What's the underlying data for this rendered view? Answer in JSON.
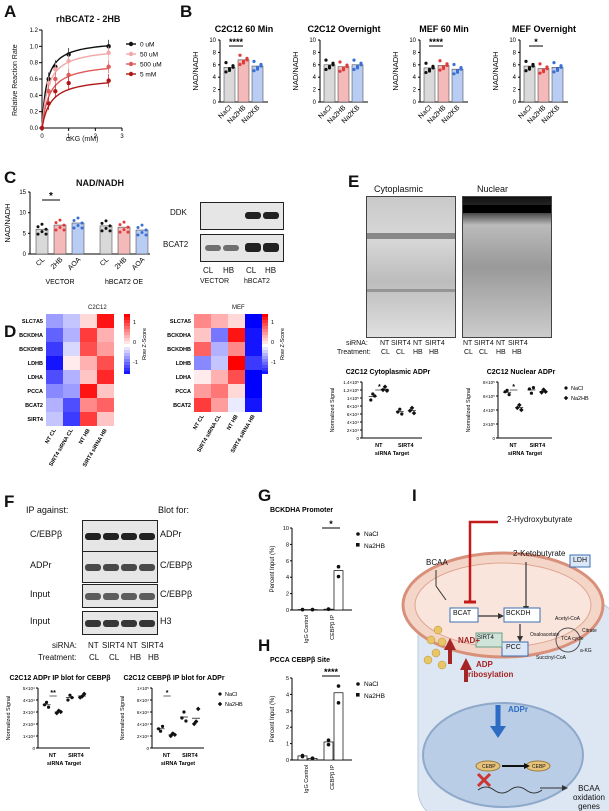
{
  "panels": {
    "A": {
      "letter": "A",
      "title": "rhBCAT2 - 2HB",
      "ylabel": "Relative Reaction Rate",
      "xlabel": "αKG (mM)",
      "yticks": [
        "0.0",
        "0.2",
        "0.4",
        "0.6",
        "0.8",
        "1.0",
        "1.2"
      ],
      "xticks": [
        "0",
        "1",
        "2",
        "3"
      ],
      "legend": [
        "0 uM",
        "50 uM",
        "500 uM",
        "5 mM"
      ]
    },
    "B": {
      "letter": "B",
      "ylabel": "NAD/NADH",
      "titles": [
        "C2C12 60 Min",
        "C2C12 Overnight",
        "MEF 60 Min",
        "MEF Overnight"
      ],
      "yticks": [
        "0",
        "2",
        "4",
        "6",
        "8",
        "10"
      ],
      "categories": [
        "NaCl",
        "Na2HB",
        "Na2KB"
      ],
      "sig": [
        "****",
        "",
        "****",
        "*"
      ]
    },
    "C": {
      "letter": "C",
      "title": "NAD/NADH",
      "ylabel": "NAD/NADH",
      "yticks": [
        "0",
        "5",
        "10",
        "15"
      ],
      "categories": [
        "CL",
        "2HB",
        "AOA",
        "CL",
        "2HB",
        "AOA"
      ],
      "groups": [
        "VECTOR",
        "hBCAT2 OE"
      ],
      "sig": "*",
      "blot_labels": [
        "DDK",
        "BCAT2"
      ],
      "blot_lanes": [
        "CL",
        "HB",
        "CL",
        "HB"
      ],
      "blot_groups": [
        "VECTOR",
        "hBCAT2"
      ]
    },
    "D": {
      "letter": "D",
      "titles": [
        "C2C12",
        "MEF"
      ],
      "rows_c2c12": [
        "SLC7A5",
        "BCKDHA",
        "BCKDHB",
        "LDHB",
        "LDHA",
        "PCCA",
        "BCAT2",
        "SIRT4"
      ],
      "rows_mef": [
        "SLC7A5",
        "BCKDHA",
        "BCKDHB",
        "LDHB",
        "LDHA",
        "PCCA",
        "BCAT2"
      ],
      "cols": [
        "NT CL",
        "SIRT4 siRNA CL",
        "NT HB",
        "SIRT4 siRNA HB"
      ],
      "scale_label": "Row Z-Score",
      "scale_ticks": [
        "1",
        "0",
        "-1"
      ]
    },
    "E": {
      "letter": "E",
      "blot_titles": [
        "Cytoplasmic",
        "Nuclear"
      ],
      "sirna_label": "siRNA:",
      "treat_label": "Treatment:",
      "sirna": [
        "NT",
        "SIRT4",
        "NT",
        "SIRT4"
      ],
      "treat": [
        "CL",
        "CL",
        "HB",
        "HB"
      ],
      "plot_titles": [
        "C2C12 Cytoplasmic ADPr",
        "C2C12 Nuclear ADPr"
      ],
      "ylabel": "Normalized Signal",
      "xlabel": "siRNA Target",
      "yticks_left": [
        "0",
        "2×10⁴",
        "4×10⁴",
        "6×10⁴",
        "8×10⁴",
        "1×10⁵",
        "1.2×10⁵",
        "1.4×10⁵"
      ],
      "yticks_right": [
        "0",
        "2×10⁵",
        "4×10⁵",
        "6×10⁵",
        "8×10⁵"
      ],
      "xcats": [
        "NT",
        "SIRT4"
      ],
      "legend": [
        "NaCl",
        "Na2HB"
      ],
      "sig": "*"
    },
    "F": {
      "letter": "F",
      "ip_label": "IP against:",
      "blot_label": "Blot for:",
      "left_labels": [
        "C/EBPβ",
        "ADPr",
        "Input",
        "Input"
      ],
      "right_labels": [
        "ADPr",
        "C/EBPβ",
        "C/EBPβ",
        "H3"
      ],
      "sirna_label": "siRNA:",
      "treat_label": "Treatment:",
      "sirna": [
        "NT",
        "SIRT4",
        "NT",
        "SIRT4"
      ],
      "treat": [
        "CL",
        "CL",
        "HB",
        "HB"
      ],
      "plot_titles": [
        "C2C12 ADPr IP blot for CEBPβ",
        "C2C12 CEBPβ IP blot for ADPr"
      ],
      "ylabel": "Normalized Signal",
      "xlabel": "siRNA Target",
      "yticks_left": [
        "0",
        "1×10⁴",
        "2×10⁴",
        "3×10⁴",
        "4×10⁴",
        "5×10⁴"
      ],
      "yticks_right": [
        "0",
        "2×10⁴",
        "4×10⁴",
        "6×10⁴",
        "8×10⁴",
        "1×10⁵"
      ],
      "xcats": [
        "NT",
        "SIRT4"
      ],
      "legend": [
        "NaCl",
        "Na2HB"
      ],
      "sig": [
        "**",
        "*"
      ]
    },
    "G": {
      "letter": "G",
      "title": "BCKDHA Promoter",
      "ylabel": "Percent Input (%)",
      "yticks": [
        "0",
        "2",
        "4",
        "6",
        "8",
        "10"
      ],
      "xcats": [
        "IgG Control",
        "CEBPβ IP"
      ],
      "legend": [
        "NaCl",
        "Na2HB"
      ],
      "sig": "*"
    },
    "H": {
      "letter": "H",
      "title": "PCCA CEBPβ Site",
      "ylabel": "Percent Input (%)",
      "yticks": [
        "0",
        "1",
        "2",
        "3",
        "4",
        "5"
      ],
      "xcats": [
        "IgG Control",
        "CEBPβ IP"
      ],
      "legend": [
        "NaCl",
        "Na2HB"
      ],
      "sig": "****"
    },
    "I": {
      "letter": "I",
      "labels": {
        "hb": "2-Hydroxybutyrate",
        "kb": "2-Ketobutyrate",
        "ldh": "LDH",
        "bcaa": "BCAA",
        "bcat": "BCAT",
        "bckdh": "BCKDH",
        "pcc": "PCC",
        "sirt4": "SIRT4",
        "nad": "NAD+",
        "adp": "ADP",
        "ribo": "ribosylation",
        "tca": "TCA cycle",
        "acetyl": "Acetyl-CoA",
        "oxalo": "Oxaloacetate",
        "citrate": "Citrate",
        "akg": "a-KG",
        "succ": "Succinyl-CoA",
        "adpr": "ADPr",
        "cebp": "CEBP",
        "oxid": "BCAA oxidation genes"
      }
    }
  },
  "chart_data": [
    {
      "type": "line",
      "panel": "A",
      "xlabel": "αKG (mM)",
      "ylabel": "Relative Reaction Rate",
      "xlim": [
        0,
        3
      ],
      "ylim": [
        0,
        1.2
      ],
      "series": [
        {
          "name": "0 uM",
          "x": [
            0,
            0.25,
            0.5,
            1,
            2.5
          ],
          "y": [
            0,
            0.6,
            0.75,
            0.9,
            1.0
          ],
          "color": "#111111"
        },
        {
          "name": "50 uM",
          "x": [
            0,
            0.25,
            0.5,
            1,
            2.5
          ],
          "y": [
            0,
            0.55,
            0.72,
            0.82,
            0.92
          ],
          "color": "#f2a8a8"
        },
        {
          "name": "500 uM",
          "x": [
            0,
            0.25,
            0.5,
            1,
            2.5
          ],
          "y": [
            0,
            0.45,
            0.6,
            0.65,
            0.75
          ],
          "color": "#e05a5a"
        },
        {
          "name": "5 mM",
          "x": [
            0,
            0.25,
            0.5,
            1,
            2.5
          ],
          "y": [
            0,
            0.3,
            0.45,
            0.55,
            0.58
          ],
          "color": "#b01818"
        }
      ]
    },
    {
      "type": "bar",
      "panel": "B",
      "groups": [
        {
          "title": "C2C12 60 Min",
          "values": [
            5.6,
            6.8,
            5.8
          ]
        },
        {
          "title": "C2C12 Overnight",
          "values": [
            6.0,
            5.7,
            6.0
          ]
        },
        {
          "title": "MEF 60 Min",
          "values": [
            5.5,
            5.9,
            5.3
          ]
        },
        {
          "title": "MEF Overnight",
          "values": [
            5.8,
            5.4,
            5.6
          ]
        }
      ],
      "categories": [
        "NaCl",
        "Na2HB",
        "Na2KB"
      ],
      "ylim": [
        0,
        10
      ]
    },
    {
      "type": "bar",
      "panel": "C",
      "categories": [
        "CL",
        "2HB",
        "AOA",
        "CL",
        "2HB",
        "AOA"
      ],
      "values": [
        6.0,
        7.0,
        7.5,
        6.8,
        6.5,
        5.8
      ],
      "ylim": [
        0,
        15
      ]
    },
    {
      "type": "heatmap",
      "panel": "D-C2C12",
      "rows": [
        "SLC7A5",
        "BCKDHA",
        "BCKDHB",
        "LDHB",
        "LDHA",
        "PCCA",
        "BCAT2",
        "SIRT4"
      ],
      "cols": [
        "NT CL",
        "SIRT4 siRNA CL",
        "NT HB",
        "SIRT4 siRNA HB"
      ],
      "values": [
        [
          -0.5,
          -0.3,
          0.2,
          1.2
        ],
        [
          -0.8,
          -0.4,
          1.0,
          0.4
        ],
        [
          -1.0,
          -0.2,
          0.9,
          0.5
        ],
        [
          -1.2,
          0.1,
          0.4,
          0.9
        ],
        [
          -0.9,
          -0.4,
          0.3,
          1.1
        ],
        [
          -0.6,
          -0.5,
          1.2,
          0.3
        ],
        [
          -0.4,
          -0.9,
          0.6,
          0.8
        ],
        [
          -0.3,
          -1.0,
          1.0,
          0.3
        ]
      ]
    },
    {
      "type": "heatmap",
      "panel": "D-MEF",
      "rows": [
        "SLC7A5",
        "BCKDHA",
        "BCKDHB",
        "LDHB",
        "LDHA",
        "PCCA",
        "BCAT2"
      ],
      "cols": [
        "NT CL",
        "SIRT4 siRNA CL",
        "NT HB",
        "SIRT4 siRNA HB"
      ],
      "values": [
        [
          0.6,
          0.4,
          0.2,
          -1.3
        ],
        [
          0.3,
          -0.7,
          1.2,
          -1.2
        ],
        [
          0.8,
          -0.4,
          0.6,
          -1.2
        ],
        [
          -0.6,
          -0.3,
          1.3,
          -1.0
        ],
        [
          0.1,
          0.4,
          0.9,
          -1.3
        ],
        [
          0.5,
          0.7,
          0.2,
          -1.3
        ],
        [
          1.0,
          0.5,
          -0.1,
          -1.2
        ]
      ]
    },
    {
      "type": "scatter",
      "panel": "E-cyto",
      "categories": [
        "NT",
        "SIRT4"
      ],
      "series": [
        {
          "name": "NaCl",
          "values": [
            [
              95000,
              110000,
              105000
            ],
            [
              65000,
              72000,
              60000
            ]
          ]
        },
        {
          "name": "Na2HB",
          "values": [
            [
              120000,
              128000,
              118000
            ],
            [
              68000,
              75000,
              62000
            ]
          ]
        }
      ],
      "ylim": [
        0,
        140000
      ]
    },
    {
      "type": "scatter",
      "panel": "E-nuc",
      "categories": [
        "NT",
        "SIRT4"
      ],
      "series": [
        {
          "name": "NaCl",
          "values": [
            [
              660000,
              680000,
              620000
            ],
            [
              700000,
              640000,
              720000
            ]
          ]
        },
        {
          "name": "Na2HB",
          "values": [
            [
              430000,
              470000,
              400000
            ],
            [
              650000,
              690000,
              660000
            ]
          ]
        }
      ],
      "ylim": [
        0,
        800000
      ]
    },
    {
      "type": "scatter",
      "panel": "F-left",
      "categories": [
        "NT",
        "SIRT4"
      ],
      "series": [
        {
          "name": "NaCl",
          "values": [
            [
              36000,
              38000,
              34000
            ],
            [
              40000,
              44000,
              42000
            ]
          ]
        },
        {
          "name": "Na2HB",
          "values": [
            [
              29000,
              31000,
              30000
            ],
            [
              42000,
              43000,
              45000
            ]
          ]
        }
      ],
      "ylim": [
        0,
        50000
      ]
    },
    {
      "type": "scatter",
      "panel": "F-right",
      "categories": [
        "NT",
        "SIRT4"
      ],
      "series": [
        {
          "name": "NaCl",
          "values": [
            [
              32000,
              28000,
              36000
            ],
            [
              50000,
              60000,
              45000
            ]
          ]
        },
        {
          "name": "Na2HB",
          "values": [
            [
              20000,
              24000,
              22000
            ],
            [
              40000,
              44000,
              65000
            ]
          ]
        }
      ],
      "ylim": [
        0,
        100000
      ]
    },
    {
      "type": "bar",
      "panel": "G",
      "categories": [
        "IgG Control",
        "CEBPβ IP"
      ],
      "series": [
        {
          "name": "NaCl",
          "values": [
            0.05,
            0.1
          ]
        },
        {
          "name": "Na2HB",
          "values": [
            0.05,
            4.8
          ]
        }
      ],
      "ylim": [
        0,
        10
      ]
    },
    {
      "type": "bar",
      "panel": "H",
      "categories": [
        "IgG Control",
        "CEBPβ IP"
      ],
      "series": [
        {
          "name": "NaCl",
          "values": [
            0.25,
            1.1
          ]
        },
        {
          "name": "Na2HB",
          "values": [
            0.1,
            4.1
          ]
        }
      ],
      "ylim": [
        0,
        5
      ]
    }
  ]
}
